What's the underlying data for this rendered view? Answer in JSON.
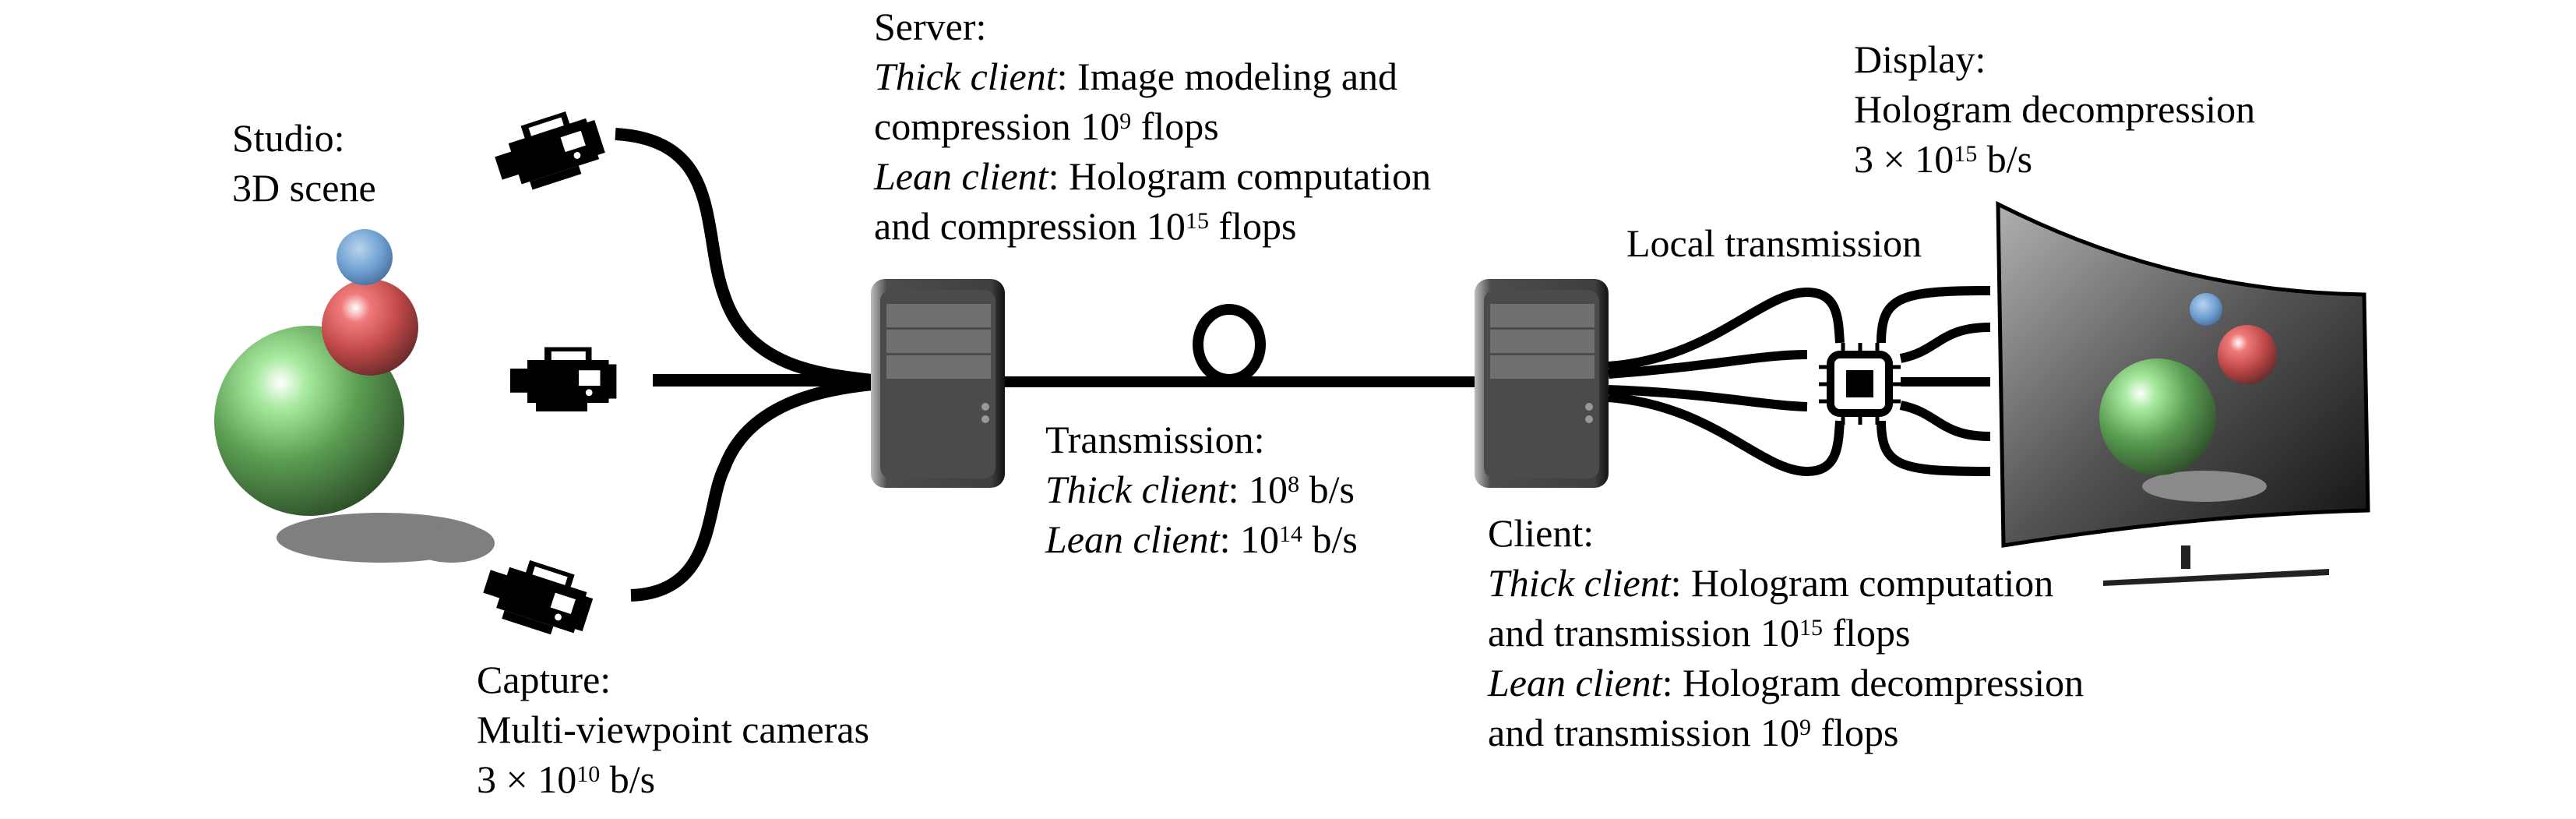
{
  "studio": {
    "title": "Studio:",
    "line1": "3D scene"
  },
  "capture": {
    "title": "Capture:",
    "line1": "Multi-viewpoint cameras",
    "rate_prefix": "3 × 10",
    "rate_exp": "10",
    "rate_unit": " b/s"
  },
  "server": {
    "title": "Server:",
    "thick_label": "Thick client",
    "thick_text1": ": Image modeling and",
    "thick_text2": "compression 10",
    "thick_exp": "9",
    "thick_unit": " flops",
    "lean_label": "Lean client",
    "lean_text1": ": Hologram computation",
    "lean_text2": "and compression 10",
    "lean_exp": "15",
    "lean_unit": " flops"
  },
  "transmission": {
    "title": "Transmission:",
    "thick_label": "Thick client",
    "thick_text": ": 10",
    "thick_exp": "8",
    "thick_unit": " b/s",
    "lean_label": "Lean client",
    "lean_text": ": 10",
    "lean_exp": "14",
    "lean_unit": " b/s"
  },
  "client": {
    "title": "Client:",
    "thick_label": "Thick client",
    "thick_text1": ": Hologram computation",
    "thick_text2": "and transmission 10",
    "thick_exp": "15",
    "thick_unit": " flops",
    "lean_label": "Lean client",
    "lean_text1": ": Hologram decompression",
    "lean_text2": "and transmission 10",
    "lean_exp": "9",
    "lean_unit": " flops"
  },
  "local_transmission": {
    "title": "Local transmission"
  },
  "display": {
    "title": "Display:",
    "line1": "Hologram decompression",
    "rate_prefix": "3 × 10",
    "rate_exp": "15",
    "rate_unit": " b/s"
  },
  "colors": {
    "sphere_green": "#5fb85a",
    "sphere_red": "#d9504f",
    "sphere_blue": "#6d9fd0",
    "server": "#4a4a4a",
    "cable": "#000000"
  }
}
